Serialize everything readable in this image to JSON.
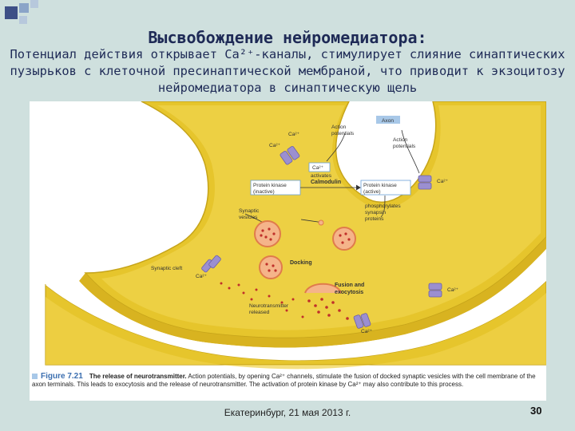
{
  "slide": {
    "title": "Высвобождение нейромедиатора:",
    "text": "Потенциал действия открывает Ca²⁺-каналы, стимулирует слияние синаптических пузырьков с клеточной пресинаптической мембраной, что приводит к экзоцитозу нейромедиатора в синаптическую щель",
    "footer": "Екатеринбург, 21 мая 2013 г.",
    "page_number": "30"
  },
  "figure": {
    "labels": {
      "axon": "Axon",
      "action_potentials_left_1": "Action",
      "action_potentials_left_2": "potentials",
      "action_potentials_right_1": "Action",
      "action_potentials_right_2": "potentials",
      "ca_top_1": "Ca²⁺",
      "ca_top_2": "Ca²⁺",
      "ca_right_top": "Ca²⁺",
      "ca_box": "Ca²⁺",
      "activates": "activates",
      "calmodulin": "Calmodulin",
      "pk_inactive_1": "Protein kinase",
      "pk_inactive_2": "(inactive)",
      "pk_active_1": "Protein kinase",
      "pk_active_2": "(active)",
      "phospho_1": "phosphorylates",
      "phospho_2": "synapsin",
      "phospho_3": "proteins",
      "synaptic_vesicles_1": "Synaptic",
      "synaptic_vesicles_2": "vesicles",
      "docking": "Docking",
      "synaptic_cleft": "Synaptic cleft",
      "ca_left": "Ca²⁺",
      "fusion_1": "Fusion and",
      "fusion_2": "exocytosis",
      "nt_released_1": "Neurotransmitter",
      "nt_released_2": "released",
      "ca_right_mid": "Ca²⁺",
      "ca_right_bottom": "Ca²⁺"
    },
    "caption": {
      "figure_number": "Figure 7.21",
      "title": "The release of neurotransmitter.",
      "body": "Action potentials, by opening Ca²⁺ channels, stimulate the fusion of docked synaptic vesicles with the cell membrane of the axon terminals. This leads to exocytosis and the release of neurotransmitter. The activation of protein kinase by Ca²⁺ may also contribute to this process."
    }
  },
  "colors": {
    "background": "#cfe0de",
    "title_text": "#1e2a56",
    "terminal_fill": "#e8c830",
    "channel": "#9b8fd0",
    "box_fill": "#ffffff",
    "box_border": "#6aa0d8",
    "vesicle": "#f0a070"
  }
}
